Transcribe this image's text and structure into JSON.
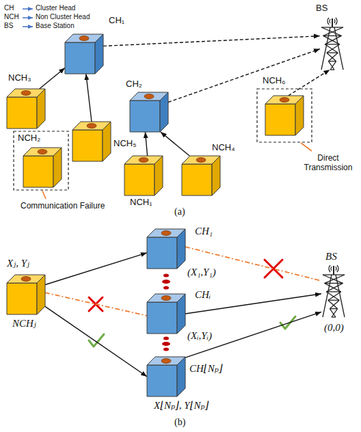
{
  "diagram": {
    "nodes": [
      {
        "text": [
          "CH₁"
        ]
      },
      {
        "text": [
          "BS"
        ]
      },
      {
        "text": [
          "NCH₃"
        ]
      },
      {
        "text": [
          "NCH₅"
        ]
      },
      {
        "text": [
          "CH₂"
        ]
      },
      {
        "text": [
          "NCH₆"
        ]
      },
      {
        "text": [
          "NCH₂"
        ]
      },
      {
        "text": [
          "NCH₁"
        ]
      },
      {
        "text": [
          "NCH₄"
        ]
      },
      {
        "text": [
          "Xⱼ, Yⱼ",
          "NCHⱼ"
        ]
      },
      {
        "text": [
          "CH₁",
          "(X₁,Y₁)"
        ]
      },
      {
        "text": [
          "CHᵢ",
          "(Xᵢ,Yᵢ)"
        ]
      },
      {
        "text": [
          "CH⌊Nₚ⌋",
          "X⌊Nₚ⌋, Y⌊Nₚ⌋"
        ]
      },
      {
        "text": [
          "BS",
          "(0,0)"
        ]
      }
    ],
    "edges": [
      {
        "from": 2,
        "to": 0,
        "arrow": "to"
      },
      {
        "from": 3,
        "to": 0,
        "arrow": "to"
      },
      {
        "from": 7,
        "to": 4,
        "arrow": "to"
      },
      {
        "from": 8,
        "to": 4,
        "arrow": "to"
      },
      {
        "from": 0,
        "to": 1,
        "arrow": "to"
      },
      {
        "from": 4,
        "to": 1,
        "arrow": "to"
      },
      {
        "from": 5,
        "to": 1,
        "arrow": "to"
      },
      {
        "from": 9,
        "to": 10,
        "arrow": "to"
      },
      {
        "from": 9,
        "to": 11,
        "arrow": "none"
      },
      {
        "from": 9,
        "to": 12,
        "arrow": "to"
      },
      {
        "from": 10,
        "to": 13,
        "arrow": "none"
      },
      {
        "from": 11,
        "to": 13,
        "arrow": "to"
      },
      {
        "from": 12,
        "to": 13,
        "arrow": "to"
      }
    ],
    "labels": [
      "CH",
      "Cluster Head",
      "NCH",
      "Non Cluster Head",
      "BS",
      "Base Station",
      "Communication Failure",
      "Direct Transmission",
      "(a)",
      "(b)"
    ]
  }
}
